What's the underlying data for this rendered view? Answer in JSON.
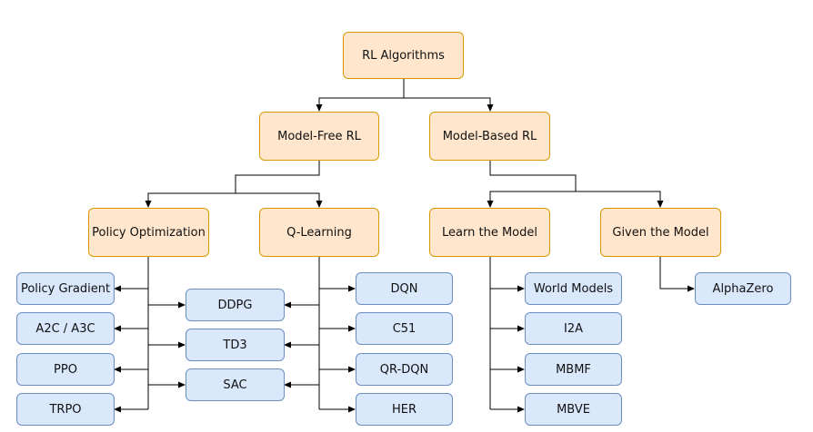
{
  "colors": {
    "category_fill": "#ffe6cc",
    "category_border": "#d79b00",
    "leaf_fill": "#dae8fc",
    "leaf_border": "#6c8ebf",
    "connector": "#000000"
  },
  "nodes": {
    "root": "RL Algorithms",
    "model_free": "Model-Free RL",
    "model_based": "Model-Based RL",
    "policy_optimization": "Policy Optimization",
    "q_learning": "Q-Learning",
    "learn_the_model": "Learn the Model",
    "given_the_model": "Given the Model",
    "policy_gradient": "Policy Gradient",
    "a2c_a3c": "A2C / A3C",
    "ppo": "PPO",
    "trpo": "TRPO",
    "ddpg": "DDPG",
    "td3": "TD3",
    "sac": "SAC",
    "dqn": "DQN",
    "c51": "C51",
    "qr_dqn": "QR-DQN",
    "her": "HER",
    "world_models": "World Models",
    "i2a": "I2A",
    "mbmf": "MBMF",
    "mbve": "MBVE",
    "alphazero": "AlphaZero"
  }
}
